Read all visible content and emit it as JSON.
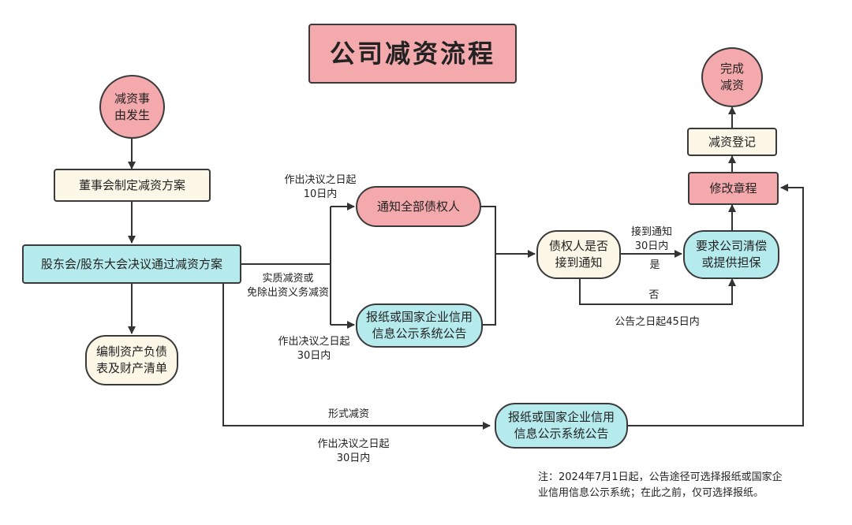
{
  "title": "公司减资流程",
  "nodes": {
    "start": "减资事\n由发生",
    "board_plan": "董事会制定减资方案",
    "shareholders": "股东会/股东大会决议通过减资方案",
    "balance_sheet": "编制资产负债\n表及财产清单",
    "notify_creditors": "通知全部债权人",
    "announce_1": "报纸或国家企业信用\n信息公示系统公告",
    "creditor_check": "债权人是否\n接到通知",
    "request_repay": "要求公司清偿\n或提供担保",
    "amend_articles": "修改章程",
    "registration": "减资登记",
    "complete": "完成\n减资",
    "announce_2": "报纸或国家企业信用\n信息公示系统公告"
  },
  "labels": {
    "within_10": "作出决议之日起\n10日内",
    "substantive": "实质减资或\n免除出资义务减资",
    "within_30_a": "作出决议之日起\n30日内",
    "received_30": "接到通知\n30日内",
    "yes": "是",
    "no": "否",
    "within_45": "公告之日起45日内",
    "formal": "形式减资",
    "within_30_b": "作出决议之日起\n30日内"
  },
  "note": "注：2024年7月1日起，公告途径可选择报纸或国家企\n业信用信息公示系统；在此之前，仅可选择报纸。"
}
